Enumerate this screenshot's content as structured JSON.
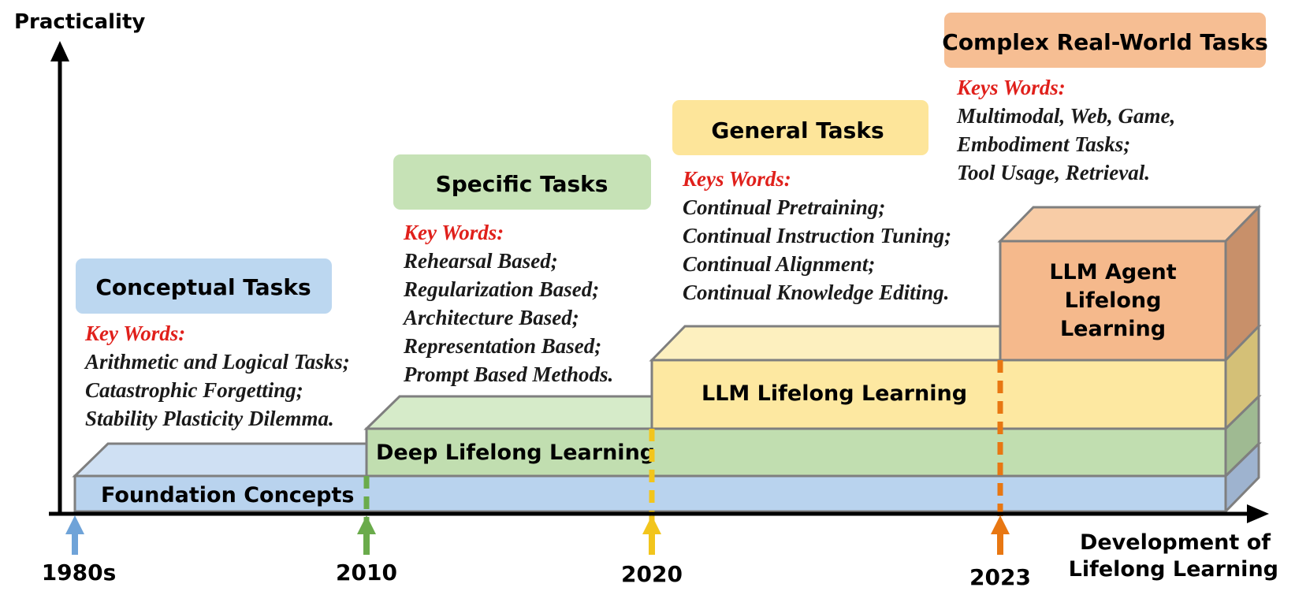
{
  "axes": {
    "y_label": "Practicality",
    "x_label_line1": "Development of",
    "x_label_line2": "Lifelong Learning"
  },
  "milestones": [
    {
      "year": "1980s",
      "color": "#6fa3d8"
    },
    {
      "year": "2010",
      "color": "#6aab4b"
    },
    {
      "year": "2020",
      "color": "#f2c51c"
    },
    {
      "year": "2023",
      "color": "#e87712"
    }
  ],
  "stages": [
    {
      "name": "Foundation Concepts",
      "face": "#b9d3ee",
      "top": "#cfe0f3",
      "side": "#9eb3cf"
    },
    {
      "name": "Deep Lifelong Learning",
      "face": "#c1deb0",
      "top": "#d6ebc9",
      "side": "#9fba92"
    },
    {
      "name": "LLM Lifelong Learning",
      "face": "#fde8a1",
      "top": "#fdf0bf",
      "side": "#d4c077"
    },
    {
      "name_lines": [
        "LLM Agent",
        "Lifelong",
        "Learning"
      ],
      "face": "#f5b98c",
      "top": "#f8cca6",
      "side": "#c8906a"
    }
  ],
  "task_panels": [
    {
      "title": "Conceptual Tasks",
      "color": "#bcd7f0",
      "keywords_label": "Key Words:",
      "keywords": [
        "Arithmetic and Logical Tasks;",
        "Catastrophic Forgetting;",
        "Stability Plasticity Dilemma."
      ]
    },
    {
      "title": "Specific Tasks",
      "color": "#c6e2b6",
      "keywords_label": "Key Words:",
      "keywords": [
        "Rehearsal Based;",
        "Regularization Based;",
        "Architecture Based;",
        "Representation Based;",
        "Prompt Based Methods."
      ]
    },
    {
      "title": "General Tasks",
      "color": "#fde59a",
      "keywords_label": "Keys Words:",
      "keywords": [
        "Continual Pretraining;",
        "Continual Instruction Tuning;",
        "Continual Alignment;",
        "Continual Knowledge Editing."
      ]
    },
    {
      "title": "Complex Real-World Tasks",
      "color": "#f6be93",
      "keywords_label": "Keys Words:",
      "keywords": [
        "Multimodal, Web, Game,",
        "Embodiment Tasks;",
        "Tool Usage, Retrieval."
      ]
    }
  ]
}
